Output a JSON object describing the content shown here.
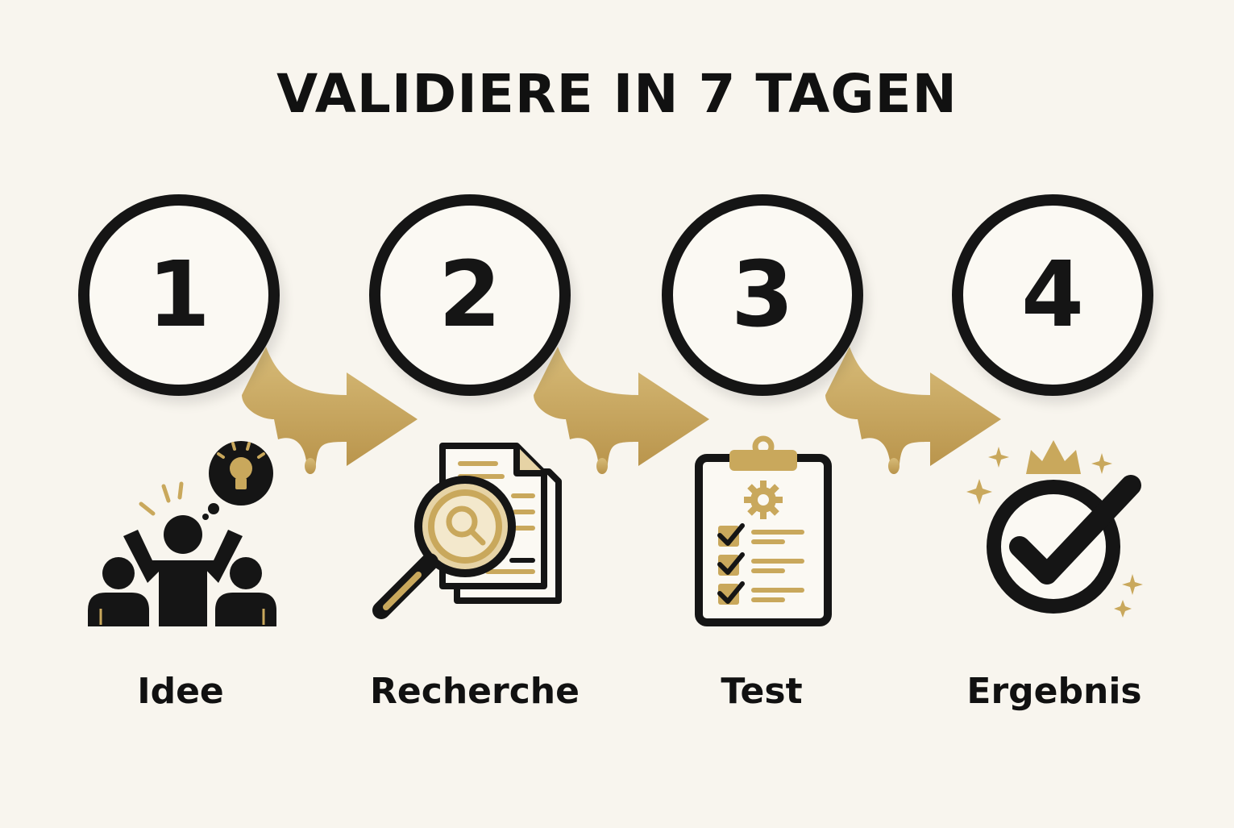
{
  "title": "VALIDIERE IN 7 TAGEN",
  "colors": {
    "ink": "#151515",
    "gold": "#c9a85c",
    "background": "#f8f5ee"
  },
  "steps": [
    {
      "number": "1",
      "label": "Idee",
      "icon": "people-idea-icon"
    },
    {
      "number": "2",
      "label": "Recherche",
      "icon": "magnifier-documents-icon"
    },
    {
      "number": "3",
      "label": "Test",
      "icon": "clipboard-checklist-icon"
    },
    {
      "number": "4",
      "label": "Ergebnis",
      "icon": "crown-checkmark-icon"
    }
  ]
}
